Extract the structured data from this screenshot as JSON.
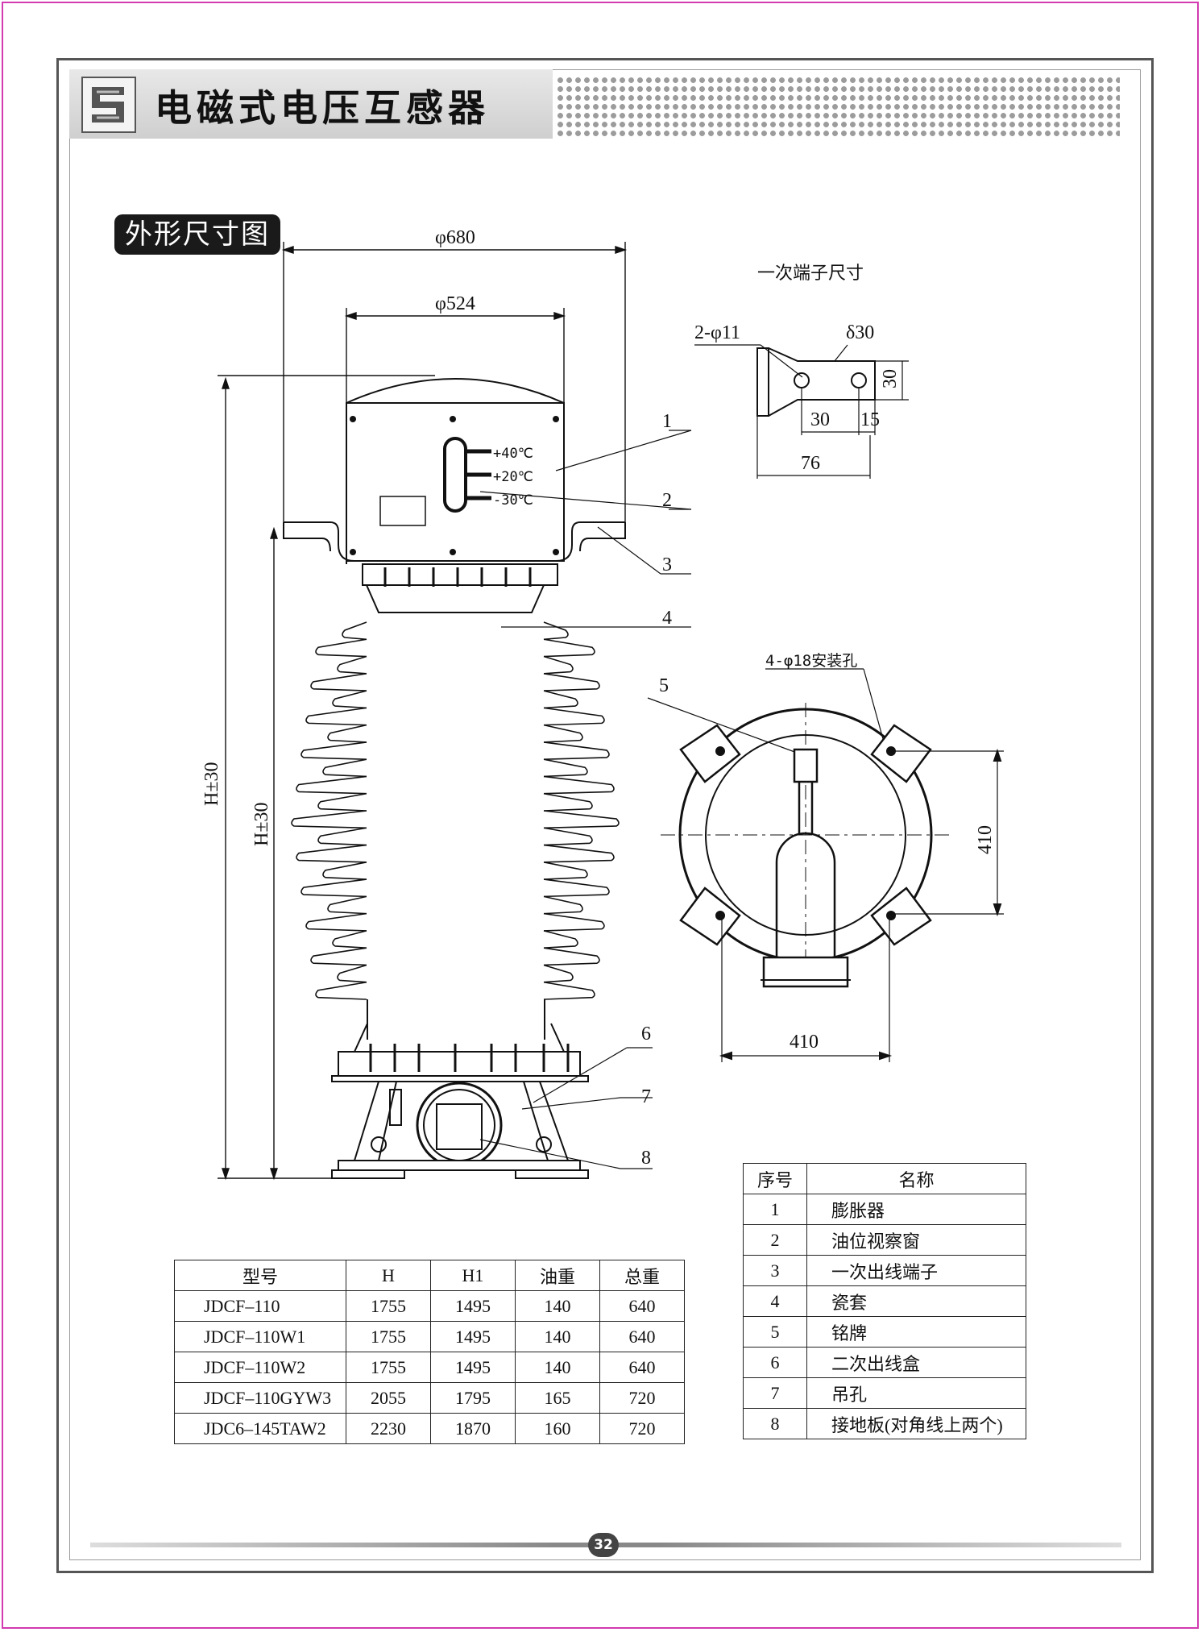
{
  "header": {
    "title": "电磁式电压互感器",
    "logo_icon": "s-logo-icon"
  },
  "section": {
    "title": "外形尺寸图"
  },
  "drawing": {
    "dim_outer": "φ680",
    "dim_inner": "φ524",
    "height_h": "H±30",
    "height_h1": "H±30",
    "temp_marks": [
      "+40℃",
      "+20℃",
      "-30℃"
    ],
    "callouts": [
      "1",
      "2",
      "3",
      "4",
      "5",
      "6",
      "7",
      "8"
    ]
  },
  "terminal": {
    "title": "一次端子尺寸",
    "hole_label": "2-φ11",
    "thickness_label": "δ30",
    "dims": [
      "30",
      "30",
      "15",
      "76"
    ]
  },
  "base_view": {
    "mount_label": "4-φ18安装孔",
    "dim_vertical": "410",
    "dim_horizontal": "410"
  },
  "model_table": {
    "headers": [
      "型号",
      "H",
      "H1",
      "油重",
      "总重"
    ],
    "rows": [
      [
        "JDCF–110",
        "1755",
        "1495",
        "140",
        "640"
      ],
      [
        "JDCF–110W1",
        "1755",
        "1495",
        "140",
        "640"
      ],
      [
        "JDCF–110W2",
        "1755",
        "1495",
        "140",
        "640"
      ],
      [
        "JDCF–110GYW3",
        "2055",
        "1795",
        "165",
        "720"
      ],
      [
        "JDC6–145TAW2",
        "2230",
        "1870",
        "160",
        "720"
      ]
    ]
  },
  "parts_table": {
    "headers": [
      "序号",
      "名称"
    ],
    "rows": [
      [
        "1",
        "膨胀器"
      ],
      [
        "2",
        "油位视察窗"
      ],
      [
        "3",
        "一次出线端子"
      ],
      [
        "4",
        "瓷套"
      ],
      [
        "5",
        "铭牌"
      ],
      [
        "6",
        "二次出线盒"
      ],
      [
        "7",
        "吊孔"
      ],
      [
        "8",
        "接地板(对角线上两个)"
      ]
    ]
  },
  "footer": {
    "page_number": "32"
  }
}
